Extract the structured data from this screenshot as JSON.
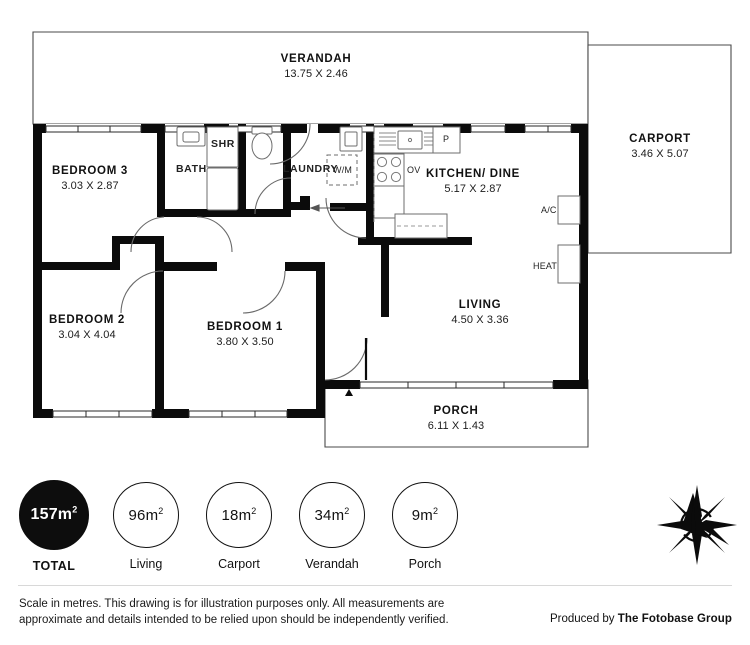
{
  "plan": {
    "rooms": [
      {
        "key": "verandah",
        "name": "VERANDAH",
        "dimensions": "13.75 X 2.46"
      },
      {
        "key": "carport",
        "name": "CARPORT",
        "dimensions": "3.46 X 5.07"
      },
      {
        "key": "bedroom3",
        "name": "BEDROOM 3",
        "dimensions": "3.03 X 2.87"
      },
      {
        "key": "bedroom2",
        "name": "BEDROOM 2",
        "dimensions": "3.04 X 4.04"
      },
      {
        "key": "bedroom1",
        "name": "BEDROOM 1",
        "dimensions": "3.80 X 3.50"
      },
      {
        "key": "kitchen",
        "name": "KITCHEN/ DINE",
        "dimensions": "5.17 X 2.87"
      },
      {
        "key": "living",
        "name": "LIVING",
        "dimensions": "4.50 X 3.36"
      },
      {
        "key": "porch",
        "name": "PORCH",
        "dimensions": "6.11 X 1.43"
      }
    ],
    "tags": {
      "bath": "BATH",
      "shower": "SHR",
      "laundry": "LAUNDRY",
      "washing_machine": "W/M",
      "oven": "OV",
      "pantry": "P",
      "air_conditioner": "A/C",
      "heater": "HEAT"
    }
  },
  "areas": [
    {
      "key": "total",
      "value": "157m",
      "unit": "2",
      "caption": "TOTAL"
    },
    {
      "key": "living",
      "value": "96m",
      "unit": "2",
      "caption": "Living"
    },
    {
      "key": "carport",
      "value": "18m",
      "unit": "2",
      "caption": "Carport"
    },
    {
      "key": "verandah",
      "value": "34m",
      "unit": "2",
      "caption": "Verandah"
    },
    {
      "key": "porch",
      "value": "9m",
      "unit": "2",
      "caption": "Porch"
    }
  ],
  "footer": {
    "disclaimer": "Scale in metres. This drawing is for illustration purposes only. All measurements are approximate and details intended to be relied upon should be independently verified.",
    "produced_by_prefix": "Produced by ",
    "brand": "The Fotobase Group"
  }
}
